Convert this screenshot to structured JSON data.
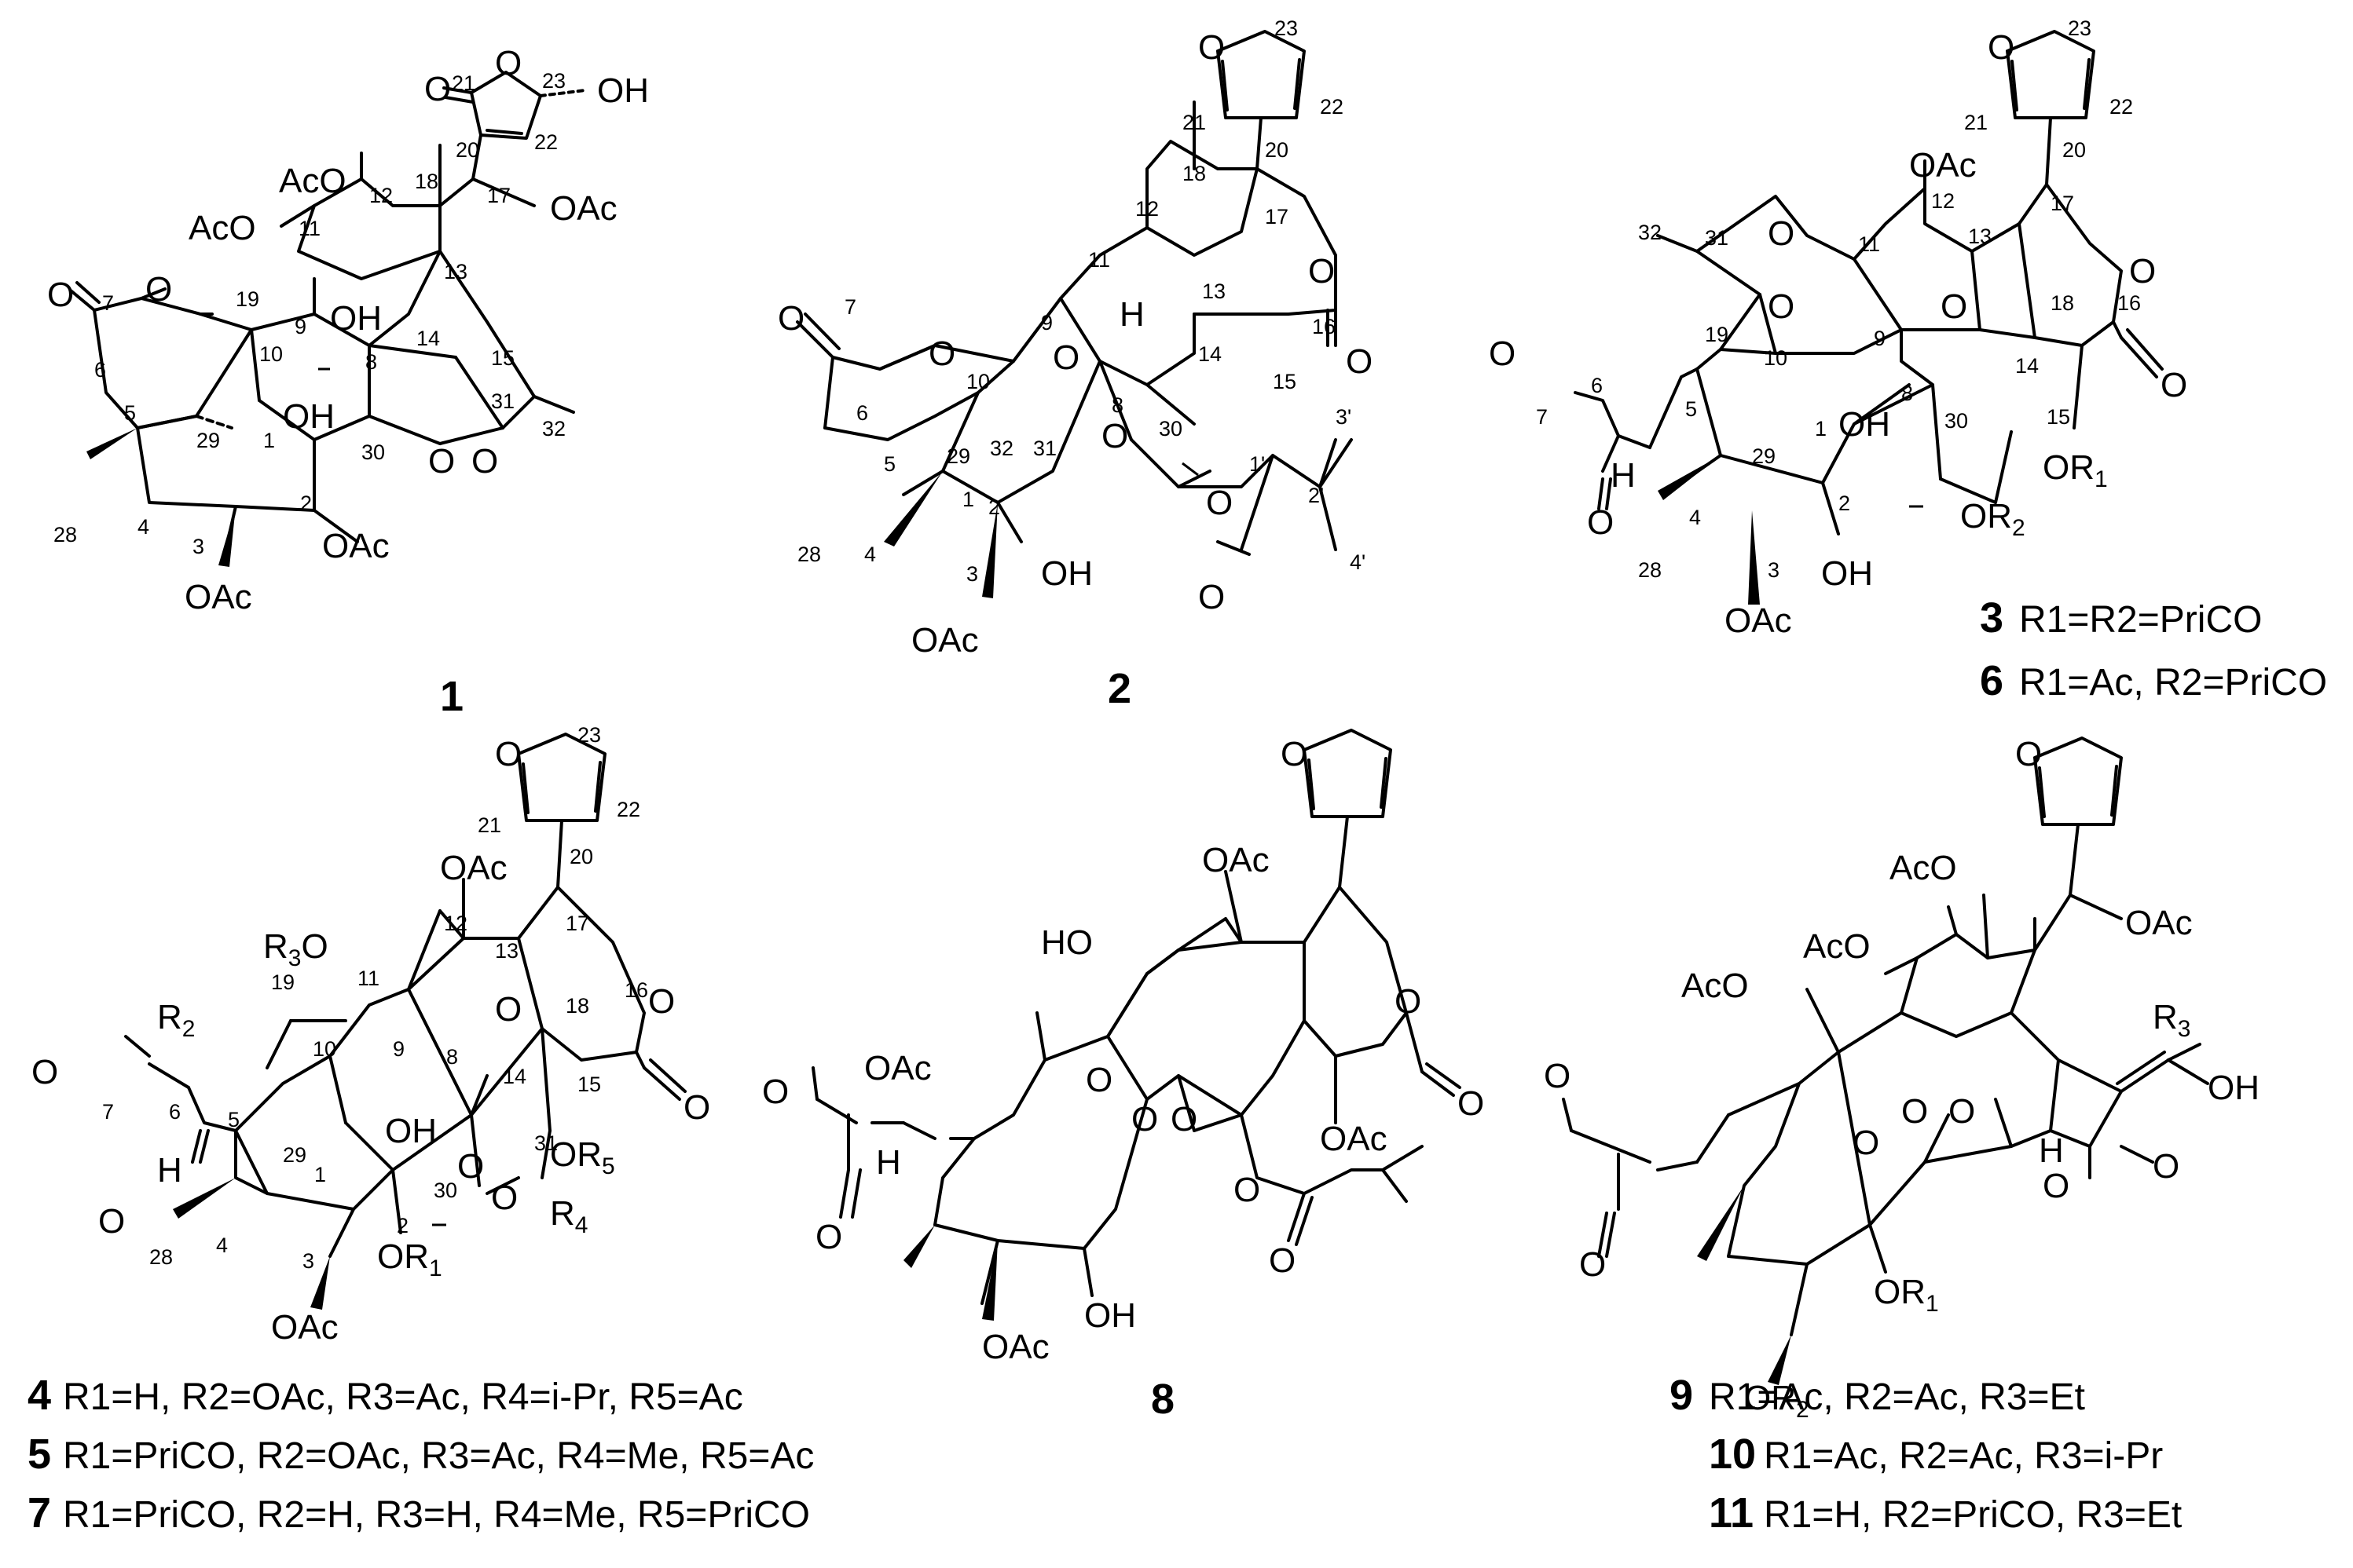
{
  "compounds": {
    "c1": {
      "id": "1",
      "atom_numbers": [
        "21",
        "23",
        "22",
        "20",
        "18",
        "17",
        "12",
        "11",
        "13",
        "7",
        "19",
        "9",
        "14",
        "15",
        "6",
        "10",
        "8",
        "5",
        "29",
        "1",
        "30",
        "31",
        "32",
        "4",
        "2",
        "3",
        "28"
      ],
      "groups": {
        "oh_top": "OH",
        "oac_12": "AcO",
        "oac_11": "AcO",
        "oac_17": "OAc",
        "oh_9": "OH",
        "oh_1": "OH",
        "oac_2": "OAc",
        "oac_3": "OAc"
      }
    },
    "c2": {
      "id": "2",
      "atom_numbers": [
        "23",
        "21",
        "22",
        "20",
        "18",
        "17",
        "12",
        "11",
        "13",
        "7",
        "16",
        "9",
        "14",
        "10",
        "8",
        "15",
        "6",
        "30",
        "3'",
        "29",
        "32",
        "31",
        "1'",
        "5",
        "1",
        "2'",
        "28",
        "4",
        "2",
        "3",
        "4'"
      ],
      "groups": {
        "h_14": "H",
        "oh_2": "OH",
        "oac_3": "OAc"
      }
    },
    "c3": {
      "id": "3",
      "atom_numbers": [
        "23",
        "21",
        "22",
        "20",
        "12",
        "32",
        "31",
        "11",
        "13",
        "17",
        "19",
        "9",
        "18",
        "16",
        "10",
        "14",
        "7",
        "6",
        "5",
        "8",
        "15",
        "1",
        "30",
        "29",
        "2",
        "28",
        "4",
        "3"
      ],
      "groups": {
        "oac_12": "OAc",
        "oh_1": "OH",
        "or1": "OR",
        "or2": "OR",
        "h_5": "H",
        "oh_2": "OH",
        "oac_3": "OAc"
      },
      "legend": {
        "cid": "3",
        "text": "R1=R2=PriCO"
      }
    },
    "c6": {
      "legend": {
        "cid": "6",
        "text": "R1=Ac, R2=PriCO"
      }
    },
    "c4": {
      "atom_numbers": [
        "23",
        "21",
        "22",
        "20",
        "12",
        "17",
        "11",
        "13",
        "19",
        "18",
        "16",
        "10",
        "9",
        "8",
        "14",
        "15",
        "7",
        "6",
        "5",
        "31",
        "29",
        "1",
        "30",
        "2",
        "4",
        "3",
        "28"
      ],
      "groups": {
        "oac_12": "OAc",
        "r3o": "R3O",
        "r2": "R",
        "oh_1": "OH",
        "or5": "OR",
        "r4": "R",
        "h_5": "H",
        "or1": "OR",
        "oac_3": "OAc"
      },
      "legends": [
        {
          "cid": "4",
          "text": "R1=H, R2=OAc, R3=Ac, R4=i-Pr, R5=Ac"
        },
        {
          "cid": "5",
          "text": "R1=PriCO, R2=OAc, R3=Ac, R4=Me, R5=Ac"
        },
        {
          "cid": "7",
          "text": "R1=PriCO, R2=H, R3=H, R4=Me, R5=PriCO"
        }
      ]
    },
    "c8": {
      "id": "8",
      "groups": {
        "oac_12": "OAc",
        "ho_11": "HO",
        "oac_6": "OAc",
        "h_5": "H",
        "oac_15": "OAc",
        "oh_2": "OH",
        "oac_3": "OAc"
      }
    },
    "c9": {
      "groups": {
        "aco_12": "AcO",
        "aco_11": "AcO",
        "oac_17": "OAc",
        "aco_19": "AcO",
        "r3": "R",
        "oh_enol": "OH",
        "h_14": "H",
        "or1": "OR",
        "or2": "OR"
      },
      "legends": [
        {
          "cid": "9",
          "text": "R1=Ac, R2=Ac, R3=Et"
        },
        {
          "cid": "10",
          "text": "R1=Ac, R2=Ac, R3=i-Pr"
        },
        {
          "cid": "11",
          "text": "R1=H, R2=PriCO, R3=Et"
        }
      ]
    }
  }
}
